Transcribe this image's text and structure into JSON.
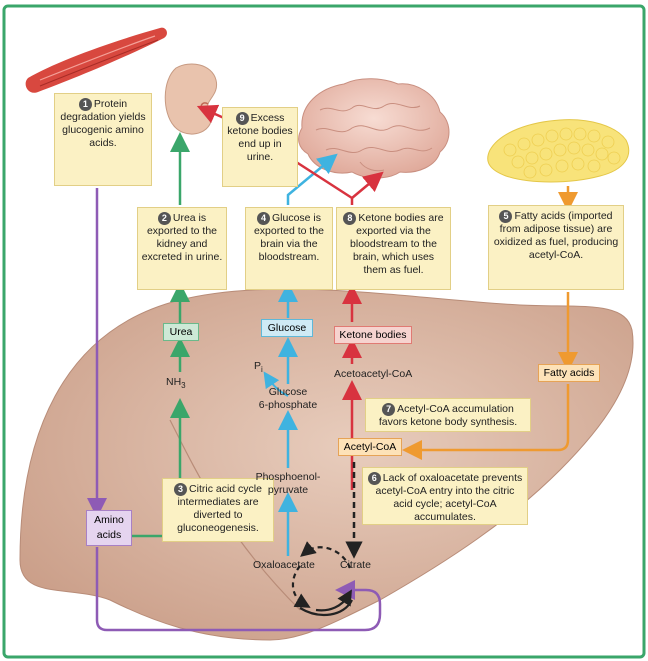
{
  "steps": [
    {
      "num": "1",
      "text": "Protein degradation yields glucogenic amino acids."
    },
    {
      "num": "2",
      "text": "Urea is exported to the kidney and excreted in urine."
    },
    {
      "num": "3",
      "text": "Citric acid cycle intermediates are diverted to gluconeogenesis."
    },
    {
      "num": "4",
      "text": "Glucose is exported to the brain via the bloodstream."
    },
    {
      "num": "5",
      "text": "Fatty acids (imported from adipose tissue) are oxidized as fuel, producing acetyl-CoA."
    },
    {
      "num": "6",
      "text": "Lack of oxaloacetate prevents acetyl-CoA entry into the citric acid cycle; acetyl-CoA accumulates."
    },
    {
      "num": "7",
      "text": "Acetyl-CoA accumulation favors ketone body synthesis."
    },
    {
      "num": "8",
      "text": "Ketone bodies are exported via the bloodstream to the brain, which uses them as fuel."
    },
    {
      "num": "9",
      "text": "Excess ketone bodies end up in urine."
    }
  ],
  "labels": {
    "urea": "Urea",
    "glucose": "Glucose",
    "ketone_bodies": "Ketone bodies",
    "fatty_acids": "Fatty acids",
    "acetyl_coa": "Acetyl-CoA",
    "amino_acids": "Amino acids",
    "nh3": "NH",
    "nh3_sub": "3",
    "pi": "P",
    "pi_sub": "i",
    "glucose_6p_line1": "Glucose",
    "glucose_6p_line2": "6-phosphate",
    "pep_line1": "Phosphoenol-",
    "pep_line2": "pyruvate",
    "acetoacetyl_coa": "Acetoacetyl-CoA",
    "oxaloacetate": "Oxaloacetate",
    "citrate": "Citrate"
  },
  "colors": {
    "purple": "#8e5bb5",
    "green": "#3aa66a",
    "blue": "#3fb3e0",
    "red": "#d8333f",
    "orange": "#ef9a30",
    "liver": "#d8b6a4",
    "frame": "#3aa66a"
  }
}
